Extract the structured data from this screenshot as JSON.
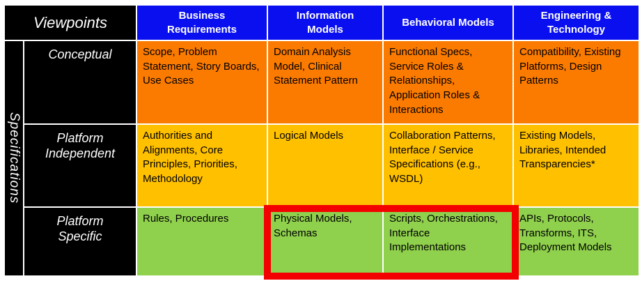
{
  "table": {
    "corner_label": "Viewpoints",
    "side_label": "Specifications",
    "column_headers": [
      "Business Requirements",
      "Information Models",
      "Behavioral Models",
      "Engineering & Technology"
    ],
    "rows": [
      {
        "label": "Conceptual",
        "cells": [
          "Scope, Problem Statement, Story Boards, Use Cases",
          "Domain Analysis Model, Clinical Statement Pattern",
          "Functional Specs, Service Roles & Relationships, Application Roles & Interactions",
          "Compatibility, Existing Platforms, Design Patterns"
        ]
      },
      {
        "label": "Platform Independent",
        "cells": [
          "Authorities and Alignments,  Core Principles, Priorities, Methodology",
          "Logical Models",
          "Collaboration Patterns, Interface / Service Specifications  (e.g., WSDL)",
          "Existing Models, Libraries, Intended Transparencies*"
        ]
      },
      {
        "label": "Platform Specific",
        "cells": [
          "Rules, Procedures",
          "Physical Models, Schemas",
          "Scripts, Orchestrations, Interface Implementations",
          "APIs, Protocols, Transforms, ITS, Deployment Models"
        ]
      }
    ]
  },
  "highlight": {
    "row": "Platform Specific",
    "columns": [
      "Information Models",
      "Behavioral Models"
    ],
    "border_color": "#f30000"
  },
  "colors": {
    "header_bg": "#0a0ff0",
    "header_text": "#ffffff",
    "conceptual_row_bg": "#fb7a00",
    "platform_independent_row_bg": "#ffc000",
    "platform_specific_row_bg": "#8fd04d",
    "label_bg": "#000000",
    "label_text": "#ffffff",
    "cell_text": "#000000",
    "grid_line": "#ffffff"
  }
}
